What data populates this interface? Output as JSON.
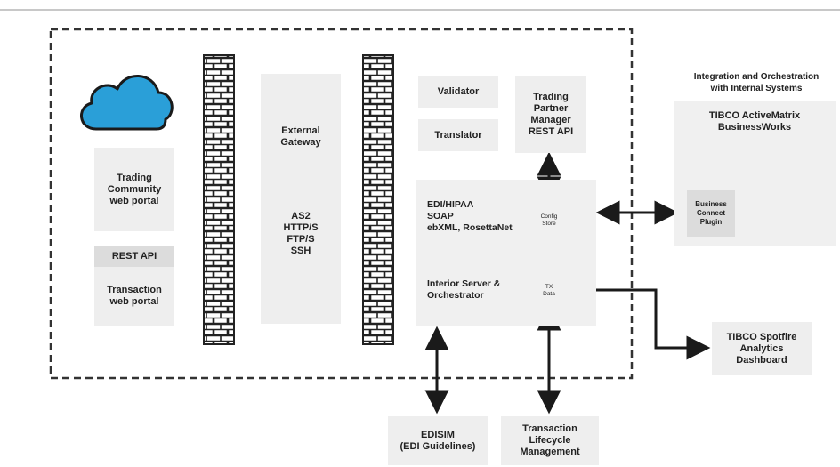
{
  "colors": {
    "cloud": "#2a9fd8",
    "arrow": "#1a1a1a",
    "box": "#eeeeee"
  },
  "portal": {
    "community": "Trading\nCommunity\nweb portal",
    "rest_api": "REST API",
    "transaction": "Transaction\nweb portal"
  },
  "gateway": {
    "title": "External\nGateway",
    "protocols": "AS2\nHTTP/S\nFTP/S\nSSH"
  },
  "interior": {
    "validator": "Validator",
    "translator": "Translator",
    "tp_manager": "Trading\nPartner\nManager\nREST API",
    "standards": "EDI/HIPAA\nSOAP\nebXML, RosettaNet",
    "server": "Interior Server &\nOrchestrator",
    "config_store": "Config\nStore",
    "tx_data": "TX\nData"
  },
  "integration": {
    "heading": "Integration and Orchestration\nwith Internal Systems",
    "product": "TIBCO ActiveMatrix\nBusinessWorks",
    "plugin": "Business\nConnect\nPlugin"
  },
  "external": {
    "spotfire": "TIBCO Spotfire\nAnalytics\nDashboard",
    "edisim": "EDISIM\n(EDI Guidelines)",
    "lifecycle": "Transaction\nLifecycle\nManagement"
  }
}
